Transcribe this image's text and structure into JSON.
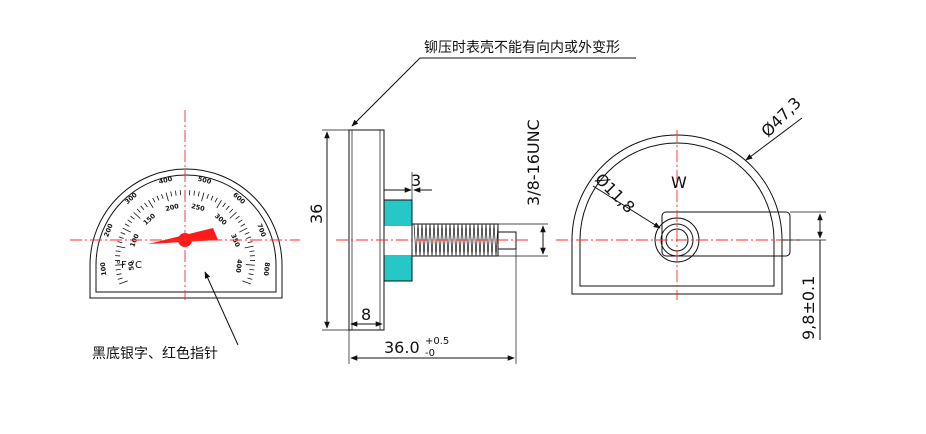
{
  "annotations": {
    "rivet_note": "铆压时表壳不能有向内或外变形",
    "dial_note": "黑底银字、红色指针"
  },
  "dimensions": {
    "height": "36",
    "width_3": "3",
    "thread": "3/8-16UNC",
    "depth_8": "8",
    "length_base": "36.0",
    "length_tol_upper": "+0.5",
    "length_tol_lower": "-0",
    "hole_dia": "Ø11,8",
    "outer_dia": "Ø47,3",
    "offset": "9,8±0.1"
  },
  "dial": {
    "unit_f": "°F",
    "unit_c": "°C",
    "letter_w": "W",
    "f_scale": [
      "100",
      "200",
      "300",
      "400",
      "500",
      "600",
      "700",
      "800"
    ],
    "c_scale": [
      "50",
      "100",
      "150",
      "200",
      "250",
      "300",
      "350",
      "400"
    ],
    "pointer_color": "#ff1a1a",
    "flat_color": "#26c7c7"
  }
}
